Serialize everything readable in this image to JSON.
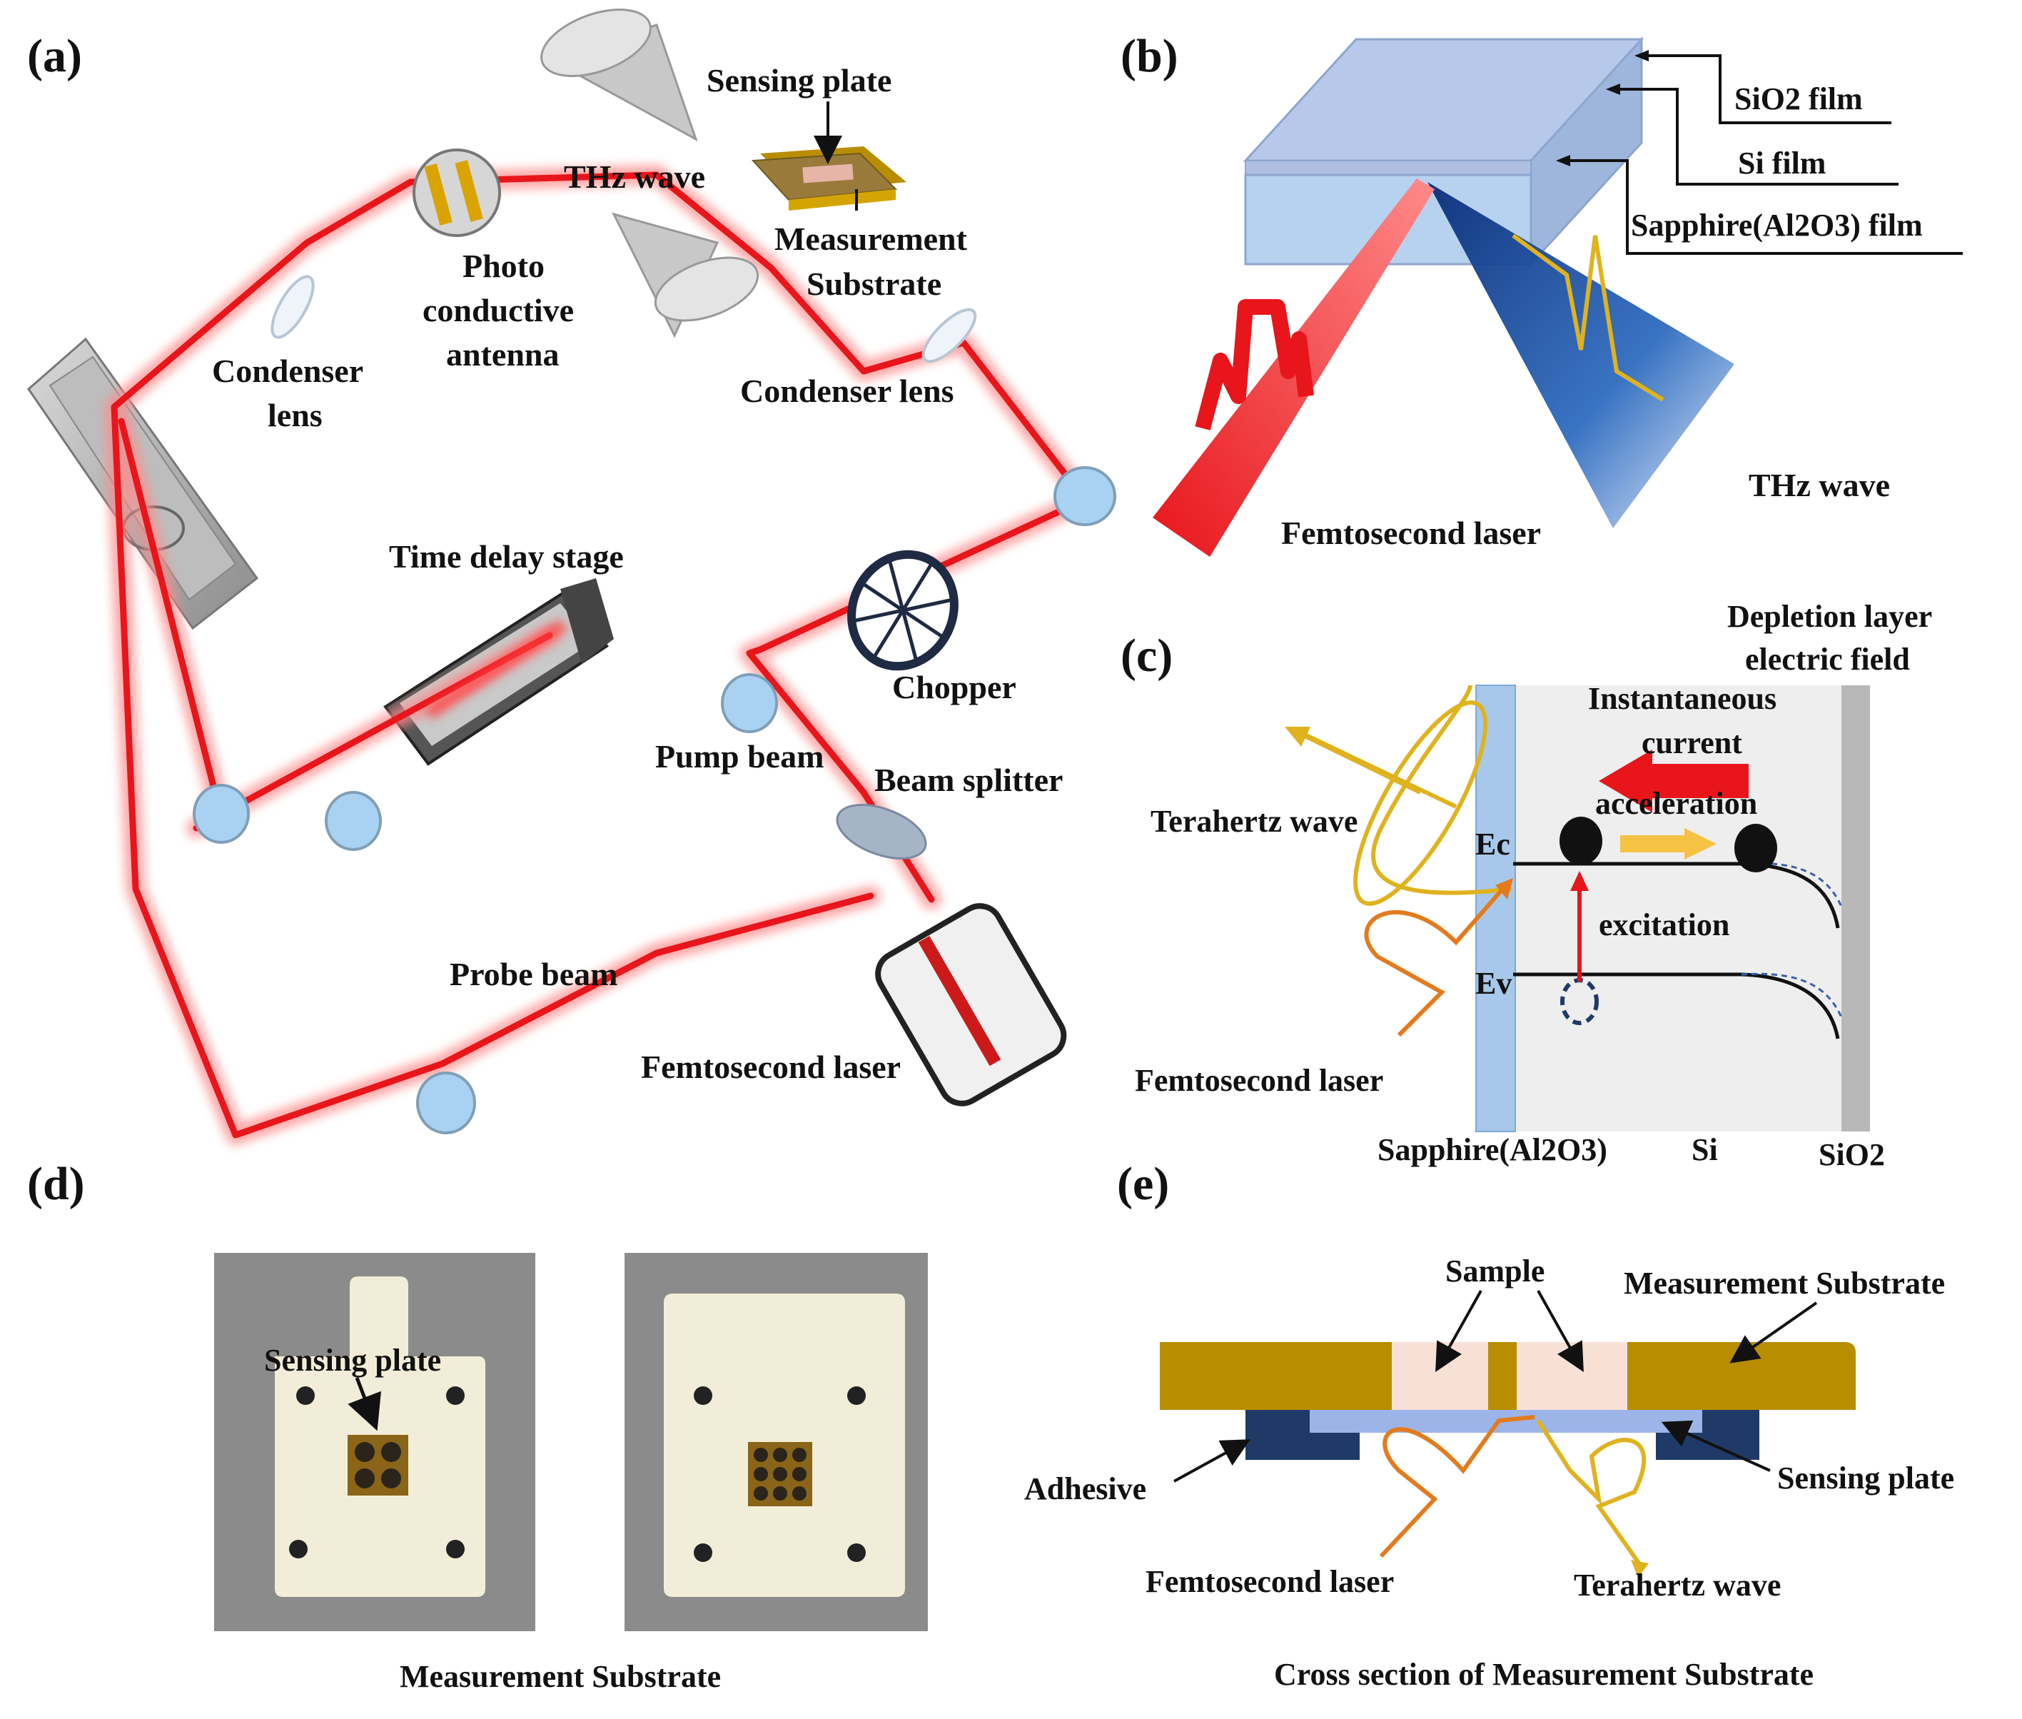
{
  "colors": {
    "beam": "#e8151b",
    "beam_glow": "#ff8a8a",
    "mirror": "#a9d2f2",
    "gold": "#b98d00",
    "navy": "#1f3a66",
    "light_blue": "#9db4e8",
    "pink": "#f9e0d6",
    "depletion_gray": "#b8b8b8",
    "sapphire_blue": "#a7c8ea",
    "orange": "#e37b1e",
    "yellow": "#e0b21e",
    "cream": "#f2edd8"
  },
  "panels": {
    "a": {
      "tag": "(a)",
      "sensing_plate": "Sensing plate",
      "thz_wave": "THz wave",
      "photo_conductive_antenna": [
        "Photo",
        "conductive",
        "antenna"
      ],
      "measurement_substrate": [
        "Measurement",
        "Substrate"
      ],
      "condenser_lens_left": [
        "Condenser",
        "lens"
      ],
      "condenser_lens_right": "Condenser lens",
      "time_delay_stage": "Time delay stage",
      "chopper": "Chopper",
      "pump_beam": "Pump beam",
      "beam_splitter": "Beam splitter",
      "probe_beam": "Probe beam",
      "femtosecond_laser": "Femtosecond laser"
    },
    "b": {
      "tag": "(b)",
      "sio2_film": "SiO2 film",
      "si_film": "Si film",
      "sapphire_film": "Sapphire(Al2O3) film",
      "thz_wave": "THz wave",
      "femtosecond_laser": "Femtosecond laser"
    },
    "c": {
      "tag": "(c)",
      "depletion_layer": [
        "Depletion layer",
        "electric field"
      ],
      "instantaneous_current": [
        "Instantaneous",
        "current"
      ],
      "acceleration": "acceleration",
      "terahertz_wave": "Terahertz  wave",
      "ec": "Ec",
      "ev": "Ev",
      "excitation": "excitation",
      "femtosecond_laser": "Femtosecond  laser",
      "sapphire": "Sapphire(Al2O3)",
      "si": "Si",
      "sio2": "SiO2"
    },
    "d": {
      "tag": "(d)",
      "sensing_plate": "Sensing plate",
      "caption": "Measurement  Substrate"
    },
    "e": {
      "tag": "(e)",
      "sample": "Sample",
      "measurement_substrate": "Measurement  Substrate",
      "adhesive": "Adhesive",
      "sensing_plate": "Sensing plate",
      "femtosecond_laser": "Femtosecond  laser",
      "terahertz_wave": "Terahertz  wave",
      "caption": "Cross section of Measurement Substrate"
    }
  }
}
